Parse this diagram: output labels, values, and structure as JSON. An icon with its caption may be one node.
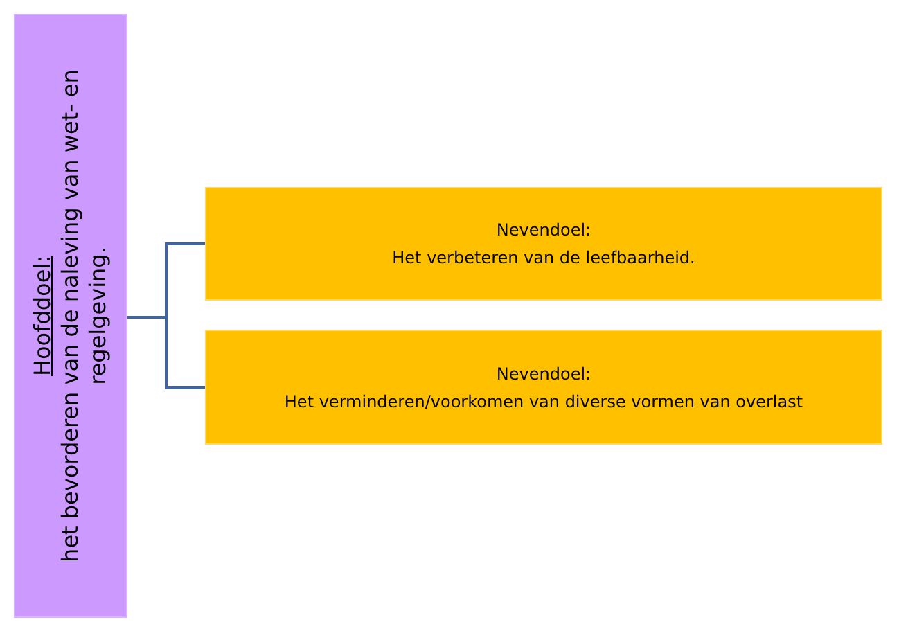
{
  "diagram": {
    "nodes": [
      {
        "text": [
          "Hoofddoel:",
          "het bevorderen van de naleving van wet- en regelgeving."
        ]
      },
      {
        "text": [
          "Nevendoel:",
          "Het verbeteren van de leefbaarheid."
        ]
      },
      {
        "text": [
          "Nevendoel:",
          "Het verminderen/voorkomen van diverse vormen van overlast"
        ]
      }
    ],
    "edges": [
      {
        "from": 0,
        "to": 1,
        "arrow": "none"
      },
      {
        "from": 0,
        "to": 2,
        "arrow": "none"
      }
    ]
  }
}
